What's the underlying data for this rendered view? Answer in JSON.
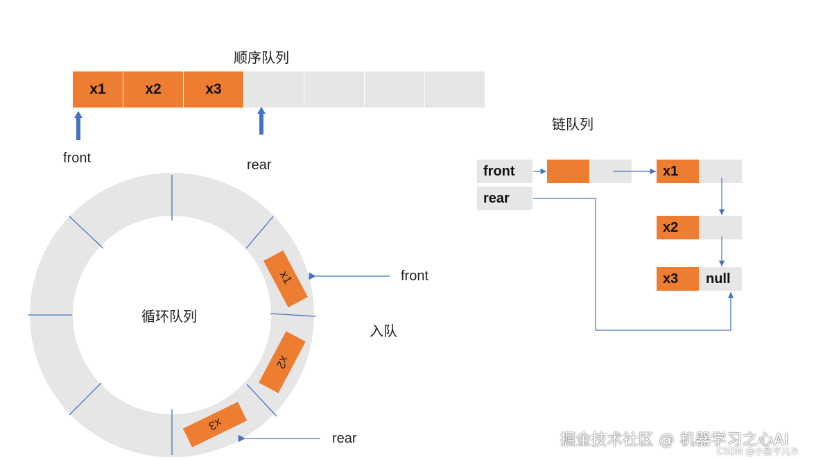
{
  "sequential": {
    "title": "顺序队列",
    "cells": [
      "x1",
      "x2",
      "x3",
      "",
      "",
      "",
      ""
    ],
    "front_label": "front",
    "rear_label": "rear"
  },
  "circular": {
    "title": "循环队列",
    "items": [
      "x1",
      "x2",
      "x3"
    ],
    "front_label": "front",
    "rear_label": "rear",
    "enqueue_label": "入队"
  },
  "linked": {
    "title": "链队列",
    "front_label": "front",
    "rear_label": "rear",
    "nodes": [
      "x1",
      "x2",
      "x3"
    ],
    "null_label": "null"
  },
  "watermark": {
    "main": "掘金技术社区 @ 机器学习之心AI",
    "sub": "CSDN @小鱼干儿♛"
  },
  "colors": {
    "filled": "#ED7D31",
    "empty": "#E7E6E6",
    "arrow": "#4472C4"
  }
}
